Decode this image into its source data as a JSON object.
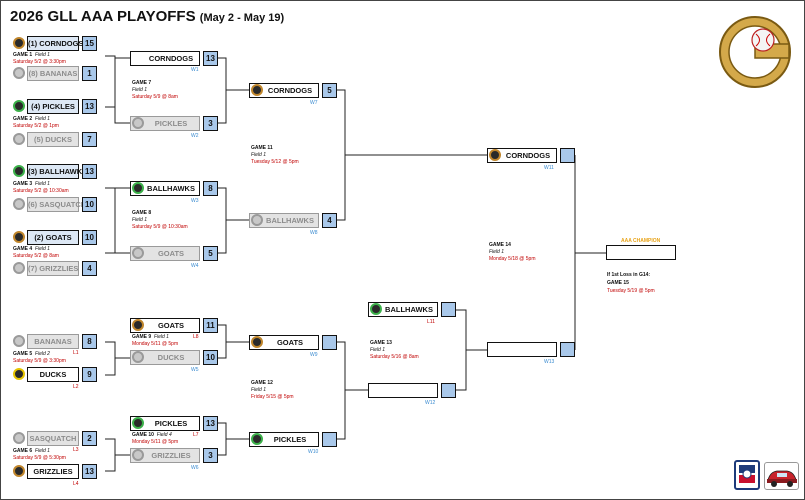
{
  "title": {
    "main": "2026 GLL AAA PLAYOFFS",
    "sub": "(May 2 - May 19)"
  },
  "round1": {
    "m1": {
      "t1": "(1) CORNDOGS",
      "s1": "15",
      "t2": "(8) BANANAS",
      "s2": "1",
      "game": "GAME 1",
      "field": "Field 1",
      "date": "Saturday 5/2 @ 3:30pm"
    },
    "m2": {
      "t1": "(4) PICKLES",
      "s1": "13",
      "t2": "(5) DUCKS",
      "s2": "7",
      "game": "GAME 2",
      "field": "Field 1",
      "date": "Saturday 5/2 @ 1pm"
    },
    "m3": {
      "t1": "(3) BALLHAWKS",
      "s1": "13",
      "t2": "(6) SASQUATCH",
      "s2": "10",
      "game": "GAME 3",
      "field": "Field 1",
      "date": "Saturday 5/2 @ 10:30am"
    },
    "m4": {
      "t1": "(2) GOATS",
      "s1": "10",
      "t2": "(7) GRIZZLIES",
      "s2": "4",
      "game": "GAME 4",
      "field": "Field 1",
      "date": "Saturday 5/2 @ 8am"
    }
  },
  "round2": {
    "m7": {
      "t1": "CORNDOGS",
      "s1": "13",
      "w1": "W1",
      "t2": "PICKLES",
      "s2": "3",
      "w2": "W2",
      "game": "GAME 7",
      "field": "Field 1",
      "date": "Saturday 5/9 @ 8am"
    },
    "m8": {
      "t1": "BALLHAWKS",
      "s1": "8",
      "w1": "W3",
      "t2": "GOATS",
      "s2": "5",
      "w2": "W4",
      "game": "GAME 8",
      "field": "Field 1",
      "date": "Saturday 5/9 @ 10:30am"
    }
  },
  "round3": {
    "m11": {
      "t1": "CORNDOGS",
      "s1": "5",
      "w1": "W7",
      "t2": "BALLHAWKS",
      "s2": "4",
      "w2": "W8",
      "game": "GAME 11",
      "field": "Field 1",
      "date": "Tuesday 5/12 @ 5pm"
    }
  },
  "final": {
    "t1": "CORNDOGS",
    "w1": "W11",
    "w2": "W13",
    "game": "GAME 14",
    "field": "Field 1",
    "date": "Monday 5/18 @ 5pm"
  },
  "champion": {
    "label": "AAA CHAMPION",
    "if_line": "If 1st Loss in G14:",
    "g15": "GAME 15",
    "g15_date": "Tuesday 5/19 @ 5pm"
  },
  "losers": {
    "m5": {
      "t1": "BANANAS",
      "s1": "8",
      "l1": "L1",
      "t2": "DUCKS",
      "s2": "9",
      "l2": "L2",
      "game": "GAME 5",
      "field": "Field 2",
      "date": "Saturday 5/9 @ 3:30pm"
    },
    "m6": {
      "t1": "SASQUATCH",
      "s1": "2",
      "l1": "L3",
      "t2": "GRIZZLIES",
      "s2": "13",
      "l2": "L4",
      "game": "GAME 6",
      "field": "Field 1",
      "date": "Saturday 5/9 @ 5:30pm"
    },
    "m9": {
      "t1": "GOATS",
      "s1": "11",
      "l1": "L8",
      "t2": "DUCKS",
      "s2": "10",
      "w2": "W5",
      "game": "GAME 9",
      "field": "Field 1",
      "date": "Monday 5/11 @ 5pm"
    },
    "m10": {
      "t1": "PICKLES",
      "s1": "13",
      "l1": "L7",
      "t2": "GRIZZLIES",
      "s2": "3",
      "w2": "W6",
      "game": "GAME 10",
      "field": "Field 4",
      "date": "Monday 5/11 @ 5pm"
    },
    "m12": {
      "t1": "GOATS",
      "w1": "W9",
      "t2": "PICKLES",
      "w2": "W10",
      "game": "GAME 12",
      "field": "Field 1",
      "date": "Friday 5/15 @ 5pm"
    },
    "m13": {
      "t1": "BALLHAWKS",
      "l1": "L11",
      "w2": "W12",
      "game": "GAME 13",
      "field": "Field 1",
      "date": "Saturday 5/16 @ 8am"
    }
  },
  "colors": {
    "score": "#a9c8ea",
    "seed": "#dde8f5",
    "loser": "#e3e3e3",
    "date": "#c00000",
    "tag": "#3a8bd0",
    "champion": "#e8a317"
  },
  "icons": {
    "league": "g-baseball-logo-icon",
    "little_league": "little-league-logo-icon",
    "sponsor": "classic-car-logo-icon"
  }
}
